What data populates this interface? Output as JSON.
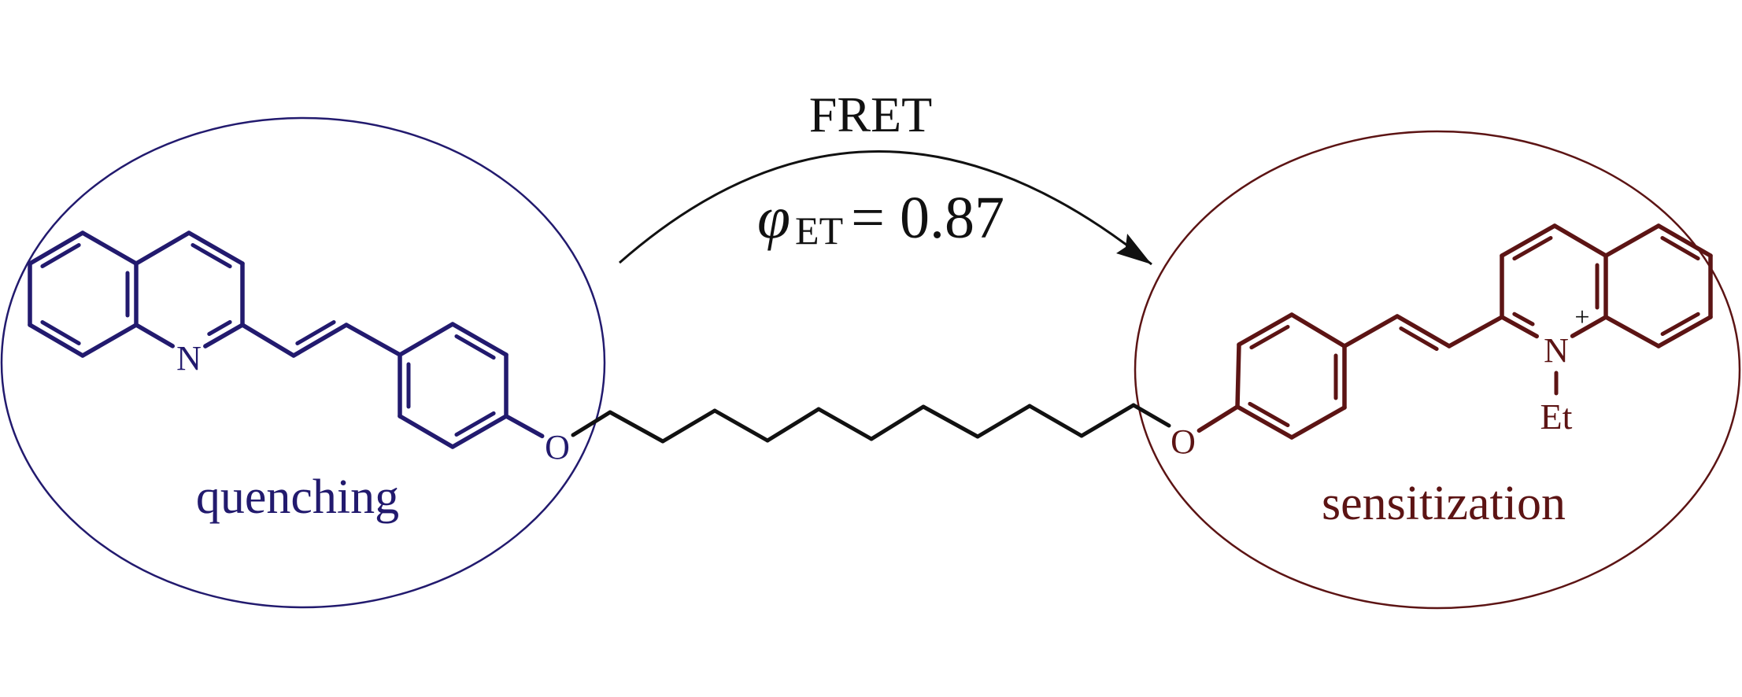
{
  "title": "FRET",
  "efficiency": {
    "symbol": "φ",
    "subscript": "ET",
    "equals_value": "= 0.87",
    "value": 0.87
  },
  "donor": {
    "label": "quenching",
    "nitrogen": "N",
    "oxygen": "O"
  },
  "acceptor": {
    "label": "sensitization",
    "nitrogen": "N",
    "charge": "+",
    "substituent": "Et",
    "oxygen": "O"
  },
  "colors": {
    "donor": "#221a6e",
    "acceptor": "#5c1414",
    "linker": "#111111"
  }
}
